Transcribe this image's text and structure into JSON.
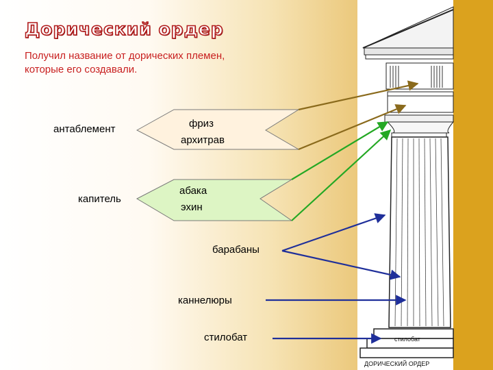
{
  "slide": {
    "title": "Дорический ордер",
    "subtitle": "Получил название от дорических племен, которые его создавали."
  },
  "labels": {
    "entablature": "антаблемент",
    "capital": "капитель",
    "frieze": "фриз",
    "architrave": "архитрав",
    "abacus": "абака",
    "echinus": "эхин",
    "drums": "барабаны",
    "flutes": "каннелюры",
    "stylobate": "стилобат"
  },
  "column_drawing": {
    "stylobate_caption": "стилобат",
    "order_caption": "ДОРИЧЕСКИЙ ОРДЕР"
  },
  "colors": {
    "title_red": "#b01b1b",
    "subtitle_red": "#c81f1f",
    "entablature_box": "#fff2de",
    "capital_box": "#ddf5c4",
    "arrow_brown": "#8a6a1c",
    "arrow_green": "#24a824",
    "arrow_blue": "#1f2f9a",
    "right_strip": "#dba21e"
  }
}
